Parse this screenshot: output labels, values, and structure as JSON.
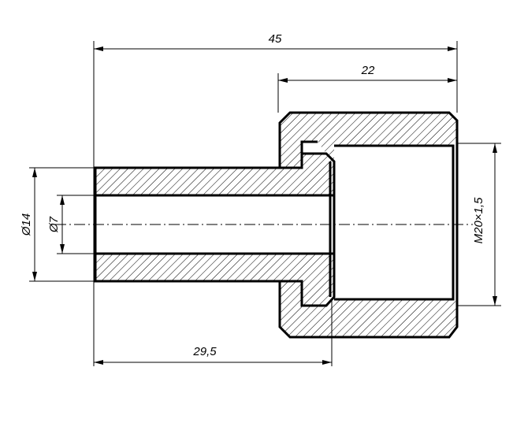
{
  "dimensions": {
    "overall_length": "45",
    "nut_length": "22",
    "shank_length": "29,5",
    "outer_diameter": "Ø14",
    "inner_diameter": "Ø7",
    "thread": "M20×1,5"
  },
  "colors": {
    "line": "#000000",
    "background": "#ffffff"
  }
}
